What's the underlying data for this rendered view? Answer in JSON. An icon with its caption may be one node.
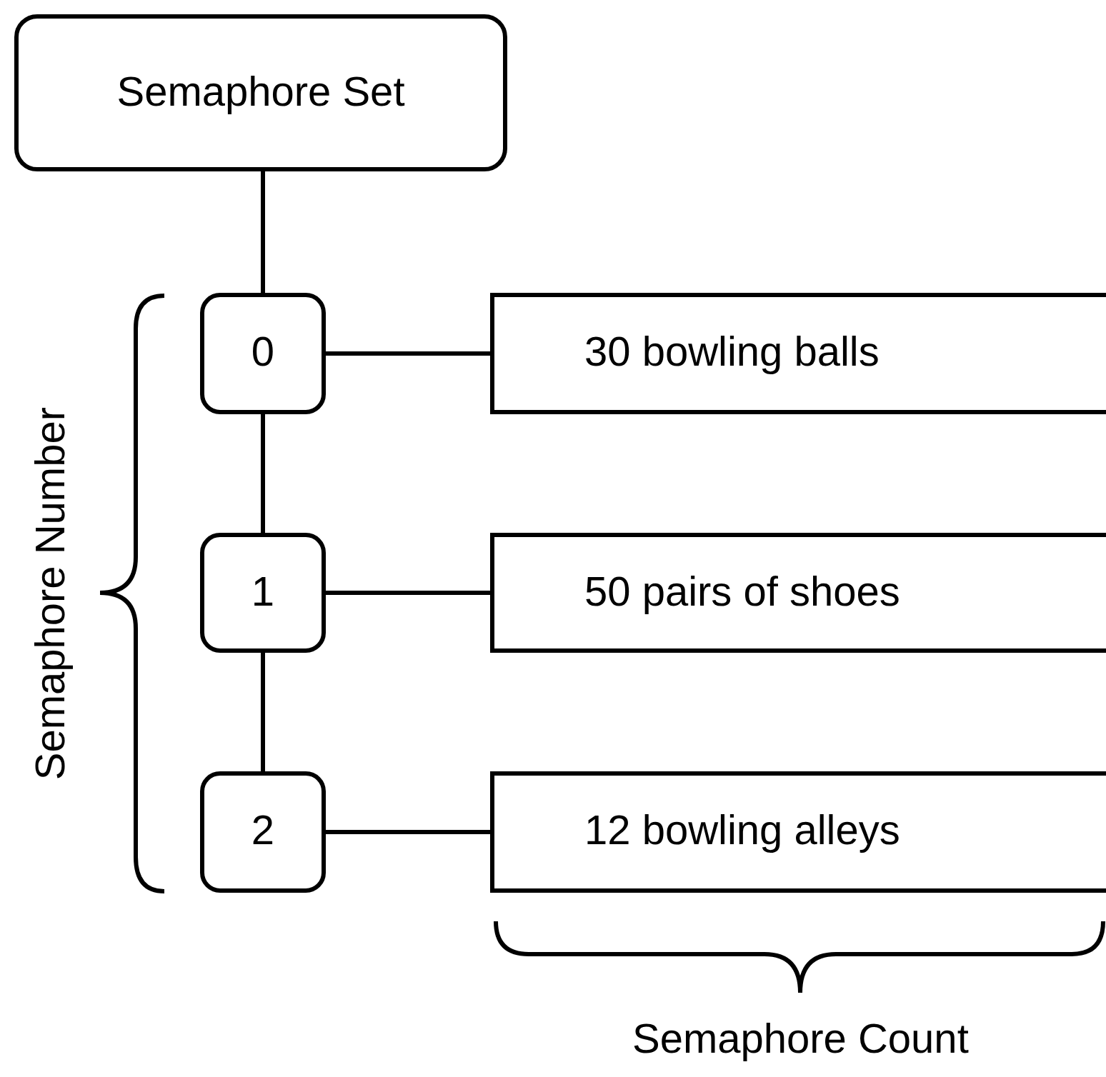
{
  "diagram": {
    "nodes": [
      {
        "text": [
          "Semaphore Set"
        ]
      },
      {
        "text": [
          "0"
        ]
      },
      {
        "text": [
          "1"
        ]
      },
      {
        "text": [
          "2"
        ]
      },
      {
        "text": [
          "30 bowling balls"
        ]
      },
      {
        "text": [
          "50 pairs of shoes"
        ]
      },
      {
        "text": [
          "12 bowling alleys"
        ]
      }
    ],
    "edges": [
      {
        "from": 0,
        "to": 1,
        "arrow": "none"
      },
      {
        "from": 1,
        "to": 2,
        "arrow": "none"
      },
      {
        "from": 2,
        "to": 3,
        "arrow": "none"
      },
      {
        "from": 1,
        "to": 4,
        "arrow": "none"
      },
      {
        "from": 2,
        "to": 5,
        "arrow": "none"
      },
      {
        "from": 3,
        "to": 6,
        "arrow": "none"
      }
    ],
    "labels": [
      "Semaphore Number",
      "Semaphore Count"
    ]
  }
}
